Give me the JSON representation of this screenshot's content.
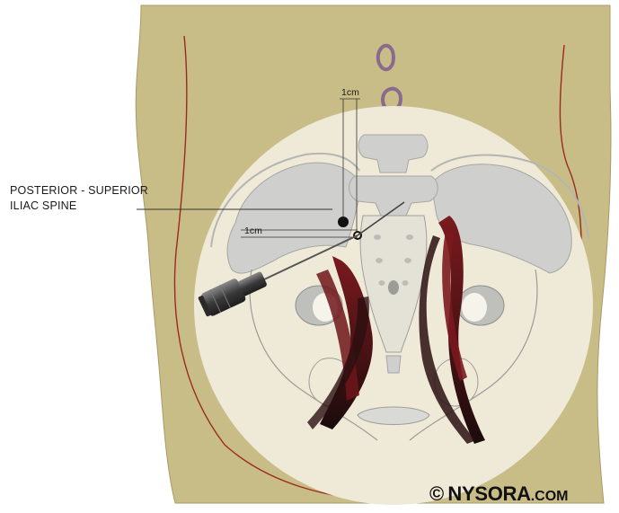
{
  "labels": {
    "psis_line1": "POSTERIOR - SUPERIOR",
    "psis_line2": "ILIAC SPINE",
    "distance_top": "1cm",
    "distance_mid": "1cm"
  },
  "credit": {
    "symbol": "©",
    "brand": "NYSORA",
    "suffix": ".COM"
  },
  "colors": {
    "skin": "#c9bd87",
    "pelvis_disc": "#efe9d8",
    "bone": "#cfcfcd",
    "muscle": "#8b1f22",
    "contour": "#9b2a20",
    "needle": "#4a4a4a"
  }
}
